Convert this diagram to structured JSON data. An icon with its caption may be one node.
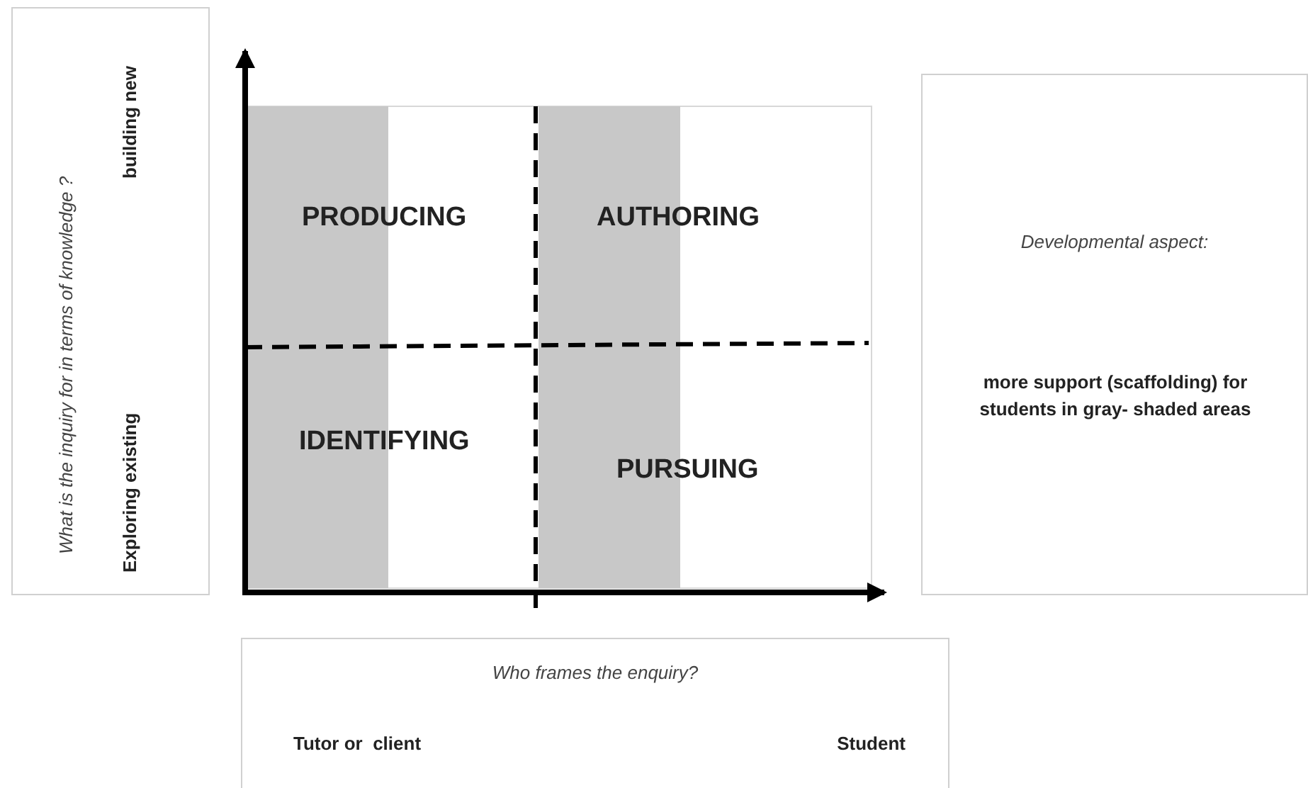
{
  "diagram": {
    "nodes": [
      {
        "text": [
          "What is the inquiry for in terms of knowledge ?",
          "building new",
          "Exploring existing"
        ]
      },
      {
        "text": [
          "PRODUCING",
          "AUTHORING",
          "IDENTIFYING",
          "PURSUING"
        ]
      },
      {
        "text": [
          "Developmental aspect:",
          "more support (scaffolding)  for students in gray- shaded areas"
        ]
      },
      {
        "text": [
          "Who frames the enquiry?",
          "Tutor or  client",
          "Student"
        ]
      }
    ]
  }
}
